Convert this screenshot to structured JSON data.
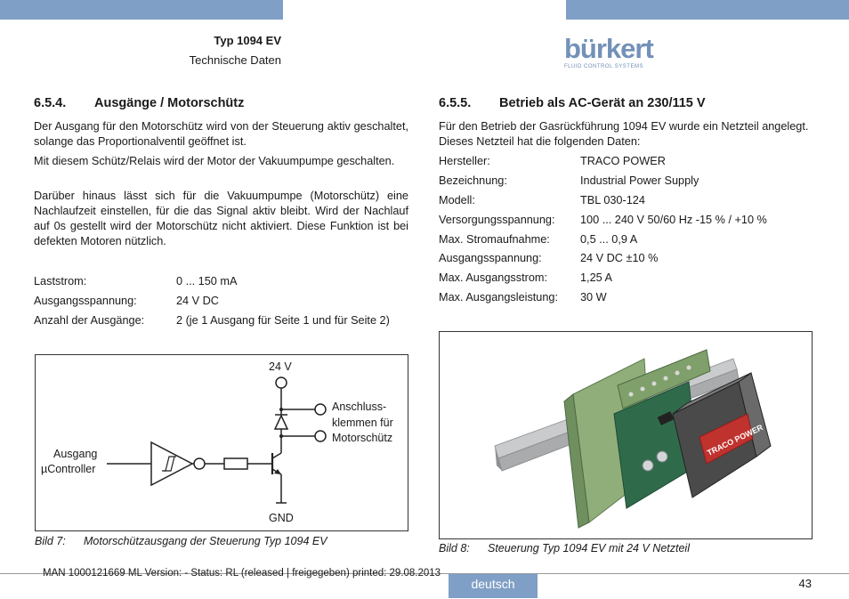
{
  "header": {
    "title": "Typ 1094 EV",
    "subtitle": "Technische Daten",
    "logo_text": "bürkert",
    "logo_subtext": "FLUID CONTROL SYSTEMS"
  },
  "left": {
    "section_number": "6.5.4.",
    "section_title": "Ausgänge / Motorschütz",
    "paragraphs": [
      "Der Ausgang für den Motorschütz wird von der Steuerung aktiv geschaltet, solange das Proportionalventil geöffnet ist.",
      "Mit diesem Schütz/Relais wird der Motor der Vakuumpumpe geschalten.",
      "Darüber hinaus lässt sich für die Vakuumpumpe (Motorschütz) eine Nachlaufzeit einstellen, für die das Signal aktiv bleibt. Wird der Nachlauf auf 0s gestellt wird der Motorschütz nicht aktiviert. Diese Funktion ist bei defekten Motoren nützlich."
    ],
    "specs": [
      {
        "label": "Laststrom:",
        "value": "0 ... 150 mA"
      },
      {
        "label": "Ausgangsspannung:",
        "value": "24 V DC"
      },
      {
        "label": "Anzahl der Ausgänge:",
        "value": "2 (je 1 Ausgang für Seite 1 und für Seite 2)"
      }
    ],
    "diagram": {
      "supply_label": "24 V",
      "ground_label": "GND",
      "input_label_1": "Ausgang",
      "input_label_2": "µController",
      "terminal_label_1": "Anschluss-",
      "terminal_label_2": "klemmen für",
      "terminal_label_3": "Motorschütz"
    },
    "caption_label": "Bild 7:",
    "caption_text": "Motorschützausgang der Steuerung Typ 1094 EV"
  },
  "right": {
    "section_number": "6.5.5.",
    "section_title": "Betrieb als AC-Gerät an 230/115 V",
    "intro": "Für den Betrieb der Gasrückführung 1094 EV wurde ein Netzteil angelegt. Dieses Netzteil hat die folgenden Daten:",
    "specs": [
      {
        "label": "Hersteller:",
        "value": "TRACO POWER"
      },
      {
        "label": "Bezeichnung:",
        "value": "Industrial Power Supply"
      },
      {
        "label": "Modell:",
        "value": "TBL 030-124"
      },
      {
        "label": "Versorgungsspannung:",
        "value": "100 ... 240 V 50/60 Hz -15 % / +10 %"
      },
      {
        "label": "Max. Stromaufnahme:",
        "value": "0,5 ... 0,9 A"
      },
      {
        "label": "Ausgangsspannung:",
        "value": "24 V DC ±10 %"
      },
      {
        "label": "Max. Ausgangsstrom:",
        "value": "1,25 A"
      },
      {
        "label": "Max. Ausgangsleistung:",
        "value": "30 W"
      }
    ],
    "photo_brand_text": "TRACO POWER",
    "caption_label": "Bild 8:",
    "caption_text": "Steuerung Typ 1094 EV mit 24 V Netzteil"
  },
  "footer": {
    "meta": "MAN  1000121669  ML  Version: - Status: RL (released | freigegeben)  printed: 29.08.2013",
    "language": "deutsch",
    "page_number": "43"
  }
}
